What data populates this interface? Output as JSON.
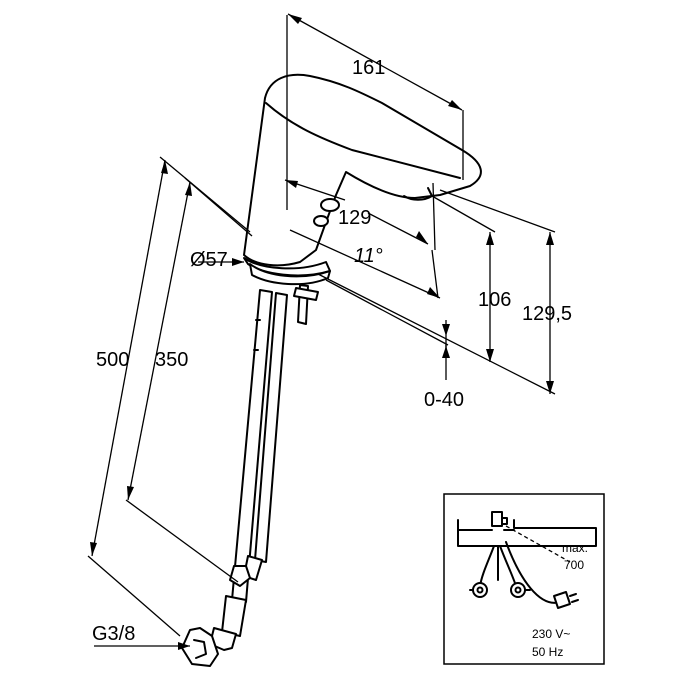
{
  "dimensions": {
    "spout_reach": "161",
    "inner_reach": "129",
    "angle": "11°",
    "diameter": "Ø57",
    "total_length": "500",
    "hose_length": "350",
    "spout_height": "106",
    "total_height": "129,5",
    "deck_range": "0-40",
    "connection": "G3/8"
  },
  "inset": {
    "max_label": "max.",
    "max_value": "700",
    "voltage": "230 V~",
    "frequency": "50 Hz"
  }
}
